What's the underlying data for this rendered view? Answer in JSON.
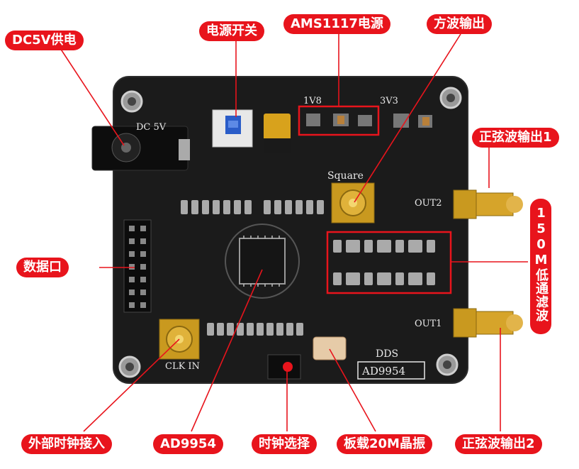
{
  "labels": {
    "dc5v": "DC5V供电",
    "power_switch": "电源开关",
    "ams1117": "AMS1117电源",
    "square_out": "方波输出",
    "sine_out1": "正弦波输出1",
    "lpf": "150M低通滤波",
    "data_port": "数据口",
    "ext_clock": "外部时钟接入",
    "ad9954": "AD9954",
    "clock_select": "时钟选择",
    "crystal": "板载20M晶振",
    "sine_out2": "正弦波输出2"
  },
  "silkscreen": {
    "dc": "DC 5V",
    "v18": "1V8",
    "v33": "3V3",
    "square": "Square",
    "out2": "OUT2",
    "out1": "OUT1",
    "clk_in": "CLK IN",
    "dds": "DDS",
    "chip": "AD9954"
  },
  "colors": {
    "accent": "#e8141c",
    "pcb": "#1a1a1a",
    "gold": "#d4a020"
  }
}
